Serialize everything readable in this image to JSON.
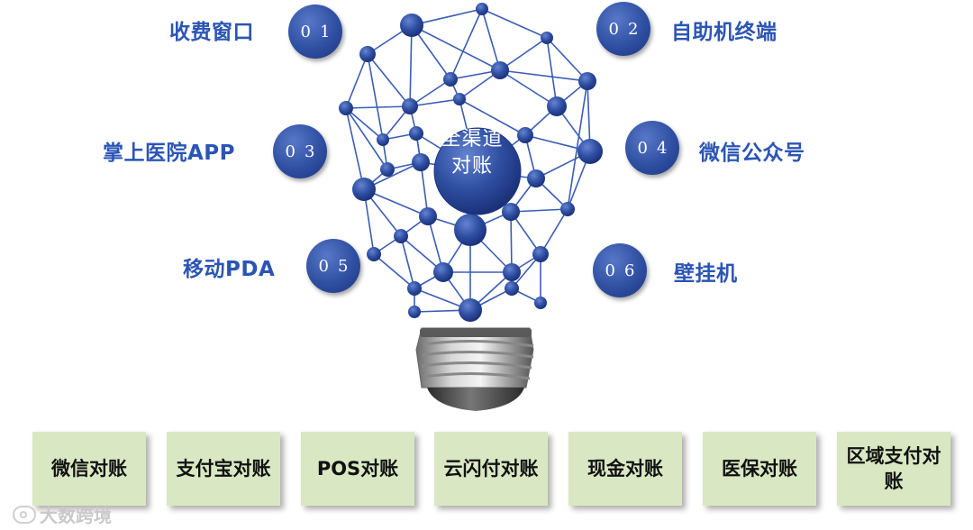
{
  "center": {
    "line1": "全渠道",
    "line2": "对账"
  },
  "channels": [
    {
      "num": "01",
      "label": "收费窗口"
    },
    {
      "num": "02",
      "label": "自助机终端"
    },
    {
      "num": "03",
      "label": "掌上医院APP"
    },
    {
      "num": "04",
      "label": "微信公众号"
    },
    {
      "num": "05",
      "label": "移动PDA"
    },
    {
      "num": "06",
      "label": "壁挂机"
    }
  ],
  "reconciliations": [
    "微信对账",
    "支付宝对账",
    "POS对账",
    "云闪付对账",
    "现金对账",
    "医保对账",
    "区域支付对账"
  ],
  "watermark": "大数跨境",
  "colors": {
    "node": "#2f4fa2",
    "line": "#3b5db5",
    "label": "#2b55b5",
    "box": "#d9e8c3"
  }
}
